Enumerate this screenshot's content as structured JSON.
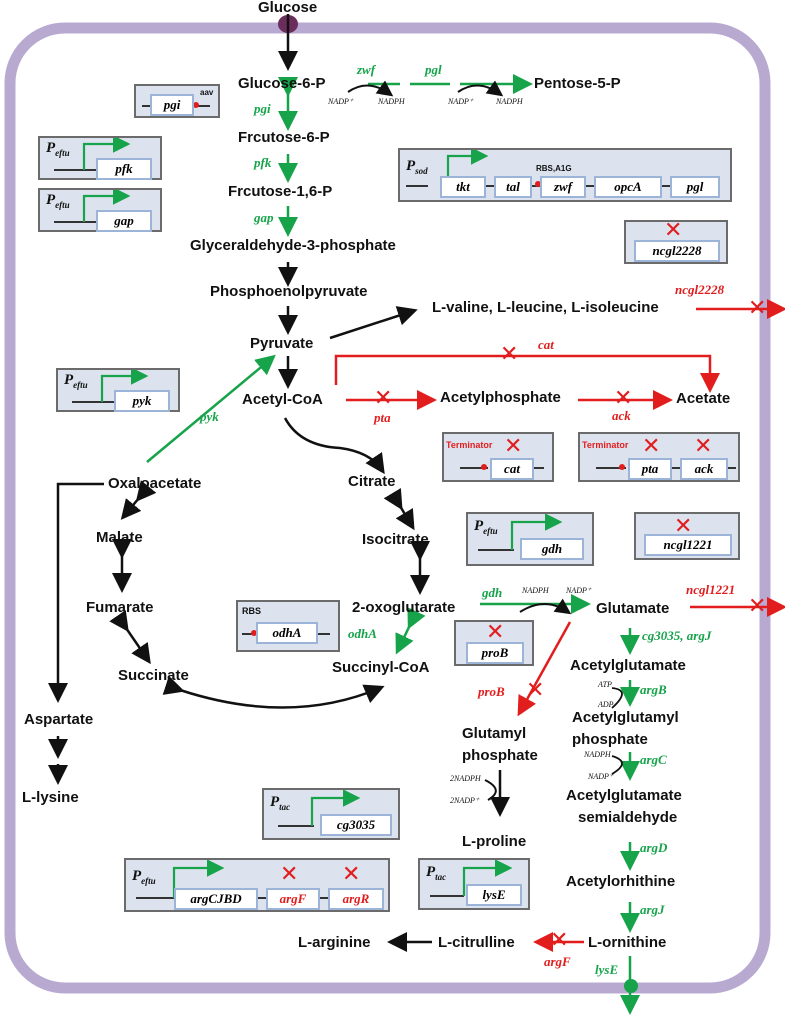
{
  "metabolites": {
    "glucose": "Glucose",
    "g6p": "Glucose-6-P",
    "f6p": "Frcutose-6-P",
    "f16p": "Frcutose-1,6-P",
    "g3p": "Glyceraldehyde-3-phosphate",
    "pep": "Phosphoenolpyruvate",
    "pyruvate": "Pyruvate",
    "bcaa": "L-valine, L-leucine, L-isoleucine",
    "pentose": "Pentose-5-P",
    "acetylcoa": "Acetyl-CoA",
    "acetylphosphate": "Acetylphosphate",
    "acetate": "Acetate",
    "oxaloacetate": "Oxaloacetate",
    "citrate": "Citrate",
    "malate": "Malate",
    "isocitrate": "Isocitrate",
    "fumarate": "Fumarate",
    "oxoglutarate": "2-oxoglutarate",
    "glutamate": "Glutamate",
    "succinate": "Succinate",
    "succinylcoa": "Succinyl-CoA",
    "aspartate": "Aspartate",
    "lysine": "L-lysine",
    "glutamyl1": "Glutamyl",
    "glutamyl2": "phosphate",
    "proline": "L-proline",
    "acetylglutamate": "Acetylglutamate",
    "acglp1": "Acetylglutamyl",
    "acglp2": "phosphate",
    "acgsa1": "Acetylglutamate",
    "acgsa2": "semialdehyde",
    "acetylornithine": "Acetylorhithine",
    "ornithine": "L-ornithine",
    "citrulline": "L-citrulline",
    "arginine": "L-arginine"
  },
  "enzymes": {
    "zwf": "zwf",
    "pgl": "pgl",
    "pgi": "pgi",
    "pfk": "pfk",
    "gap": "gap",
    "pyk": "pyk",
    "cat": "cat",
    "pta": "pta",
    "ack": "ack",
    "ncgl2228": "ncgl2228",
    "ncgl1221": "ncgl1221",
    "gdh": "gdh",
    "odhA": "odhA",
    "proB": "proB",
    "cg3035_argJ": "cg3035, argJ",
    "argB": "argB",
    "argC": "argC",
    "argD": "argD",
    "argJ": "argJ",
    "argF": "argF",
    "lysE": "lysE"
  },
  "cofactors": {
    "nadp": "NADP⁺",
    "nadph": "NADPH",
    "atp": "ATP",
    "adp": "ADP",
    "nadph2": "2NADPH",
    "nadp2": "2NADP⁺"
  },
  "panels": {
    "pgi": {
      "gene": "pgi",
      "note": "aav"
    },
    "pfk": {
      "promoter": "P",
      "sub": "eftu",
      "gene": "pfk"
    },
    "gap": {
      "promoter": "P",
      "sub": "eftu",
      "gene": "gap"
    },
    "sod": {
      "promoter": "P",
      "sub": "sod",
      "note": "RBS,A1G",
      "genes": [
        "tkt",
        "tal",
        "zwf",
        "opcA",
        "pgl"
      ]
    },
    "ncgl2228": {
      "gene": "ncgl2228"
    },
    "pyk": {
      "promoter": "P",
      "sub": "eftu",
      "gene": "pyk"
    },
    "cat": {
      "label": "Terminator",
      "gene": "cat"
    },
    "ptaack": {
      "label": "Terminator",
      "genes": [
        "pta",
        "ack"
      ]
    },
    "gdh": {
      "promoter": "P",
      "sub": "eftu",
      "gene": "gdh"
    },
    "ncgl1221": {
      "gene": "ncgl1221"
    },
    "odhA": {
      "label": "RBS",
      "gene": "odhA"
    },
    "proB": {
      "gene": "proB"
    },
    "cg3035": {
      "promoter": "P",
      "sub": "tac",
      "gene": "cg3035"
    },
    "argCJBD": {
      "promoter": "P",
      "sub": "eftu",
      "genes": [
        "argCJBD",
        "argF",
        "argR"
      ]
    },
    "lysE": {
      "promoter": "P",
      "sub": "tac",
      "gene": "lysE"
    }
  },
  "colors": {
    "membrane": "#b8a9d0",
    "green": "#16a34a",
    "red": "#e11d1d",
    "panel": "#dce3ef",
    "panel_border": "#6b6b6b",
    "gene_border": "#9db4d9"
  }
}
